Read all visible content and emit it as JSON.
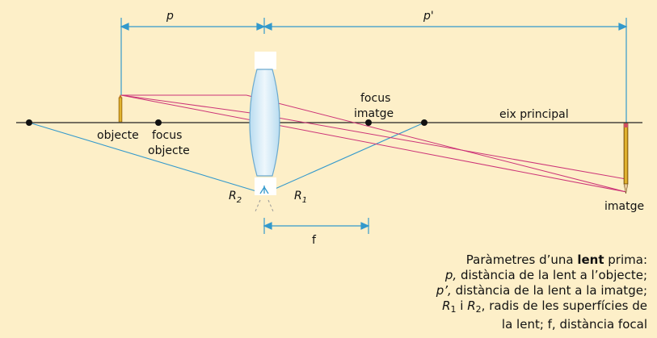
{
  "labels": {
    "p": "p",
    "p_prime": "p'",
    "f": "f",
    "objecte": "objecte",
    "focus_objecte_1": "focus",
    "focus_objecte_2": "objecte",
    "focus_imatge_1": "focus",
    "focus_imatge_2": "imatge",
    "eix_principal": "eix principal",
    "imatge": "imatge",
    "R2": "R",
    "R2_sub": "2",
    "R1": "R",
    "R1_sub": "1"
  },
  "caption": {
    "line1_pre": "Paràmetres d’una ",
    "line1_bold": "lent",
    "line1_post": " prima:",
    "line2_var": "p,",
    "line2_text": " distància de la lent a l’objecte;",
    "line3_var": "p’,",
    "line3_text": " distància de la lent a la imatge;",
    "line4_var1": "R",
    "line4_sub1": "1",
    "line4_mid": " i ",
    "line4_var2": "R",
    "line4_sub2": "2",
    "line4_text": ", radis de les superfícies de",
    "line5_text": "la lent; f, distància focal"
  },
  "colors": {
    "background": "#fdefc8",
    "dimension_line": "#3399cc",
    "ray": "#cc3377",
    "lens_fill": "#cfe7f5",
    "lens_stroke": "#6aa9cf",
    "pencil": "#e0b020",
    "axis": "#222222"
  }
}
